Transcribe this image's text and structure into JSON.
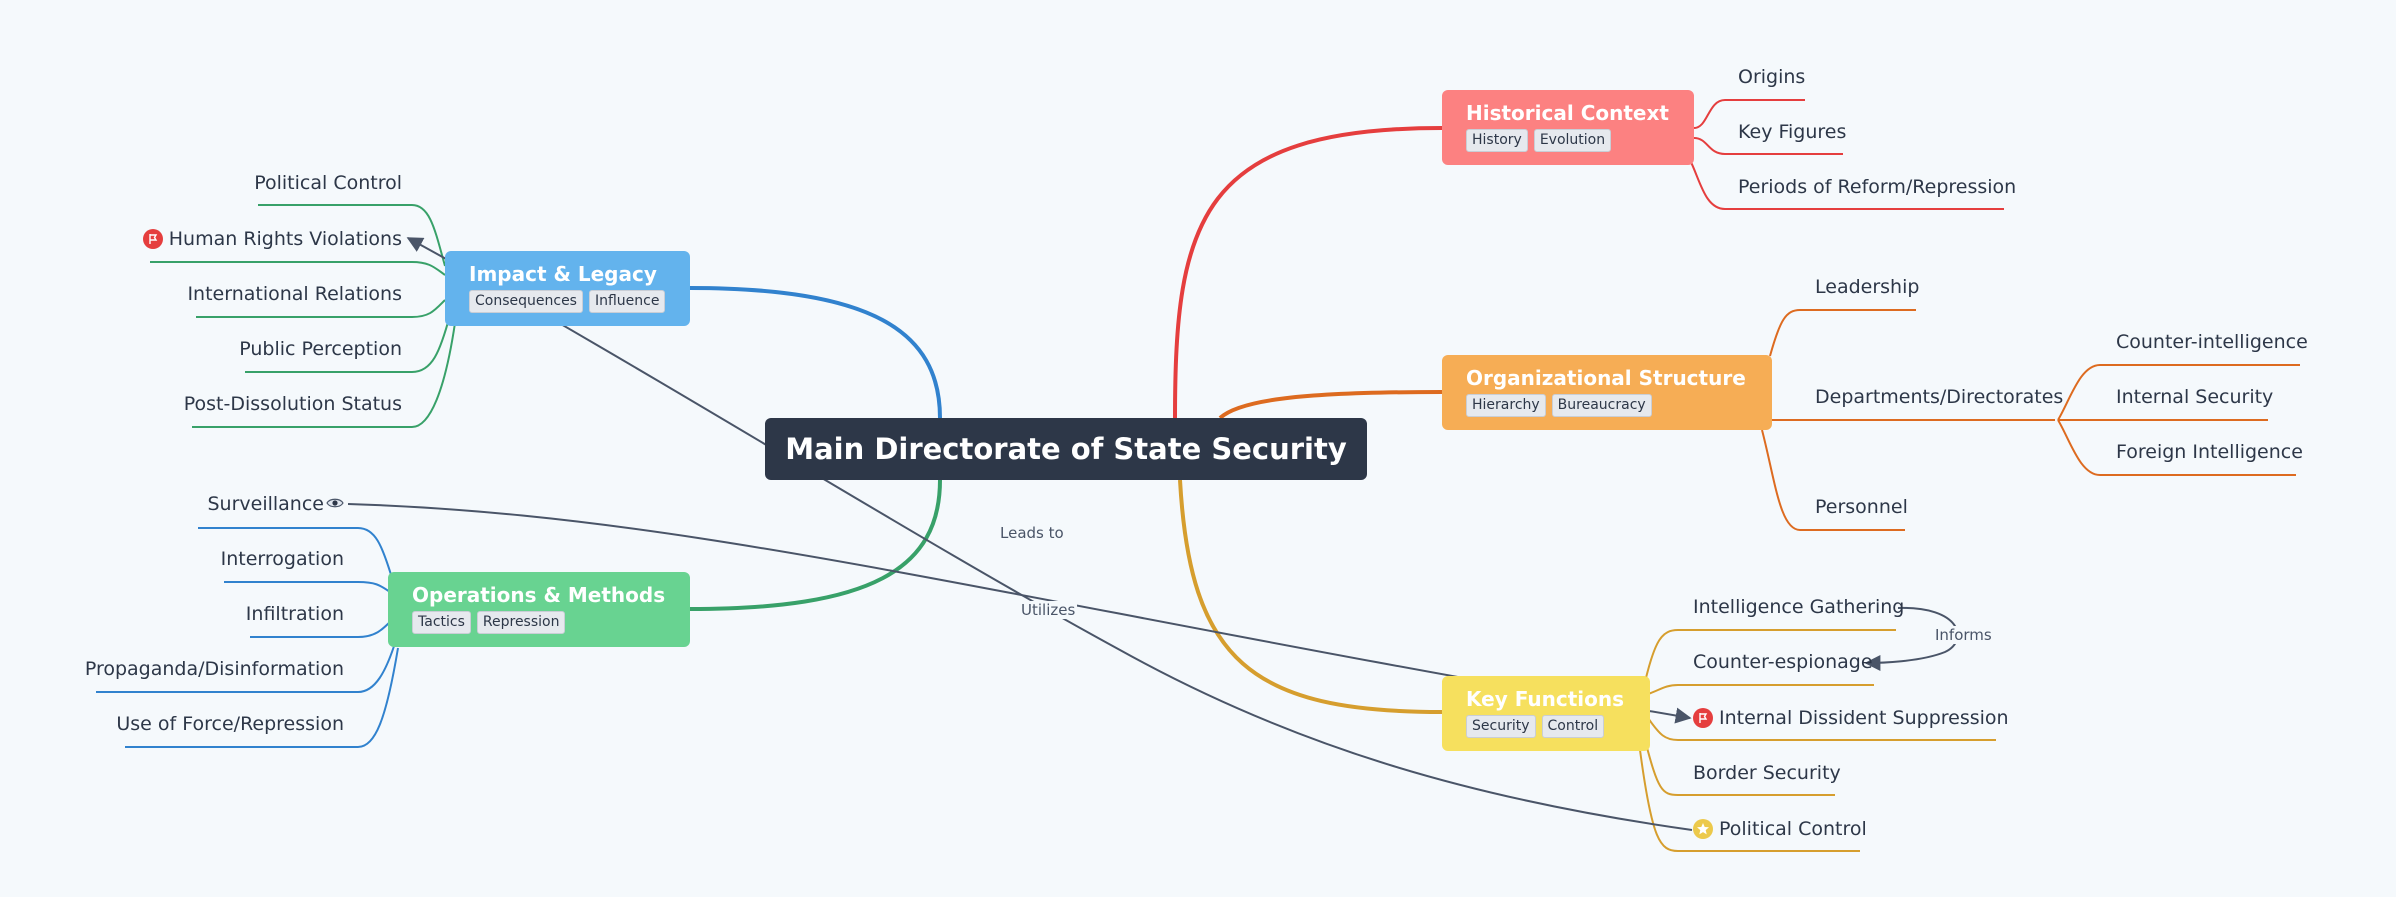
{
  "root": {
    "label": "Main Directorate of State Security"
  },
  "colors": {
    "historical": "#fc8181",
    "historical_line": "#e53e3e",
    "organizational": "#f6ad55",
    "organizational_line": "#dd6b20",
    "functions": "#f6e05e",
    "functions_line": "#d69e2e",
    "impact": "#63b3ed",
    "impact_line": "#3182ce",
    "operations": "#68d391",
    "operations_line": "#38a169",
    "relationship": "#4a5568"
  },
  "branches": {
    "historical": {
      "title": "Historical Context",
      "tags": [
        "History",
        "Evolution"
      ],
      "children": [
        "Origins",
        "Key Figures",
        "Periods of Reform/Repression"
      ]
    },
    "organizational": {
      "title": "Organizational Structure",
      "tags": [
        "Hierarchy",
        "Bureaucracy"
      ],
      "children": [
        "Leadership",
        "Departments/Directorates",
        "Personnel"
      ],
      "departments_children": [
        "Counter-intelligence",
        "Internal Security",
        "Foreign Intelligence"
      ]
    },
    "functions": {
      "title": "Key Functions",
      "tags": [
        "Security",
        "Control"
      ],
      "children": [
        "Intelligence Gathering",
        "Counter-espionage",
        "Internal Dissident Suppression",
        "Border Security",
        "Political Control"
      ],
      "icons": {
        "Internal Dissident Suppression": "flag-icon",
        "Political Control": "star-icon"
      }
    },
    "impact": {
      "title": "Impact & Legacy",
      "tags": [
        "Consequences",
        "Influence"
      ],
      "children": [
        "Political Control",
        "Human Rights Violations",
        "International Relations",
        "Public Perception",
        "Post-Dissolution Status"
      ],
      "icons": {
        "Human Rights Violations": "flag-icon"
      }
    },
    "operations": {
      "title": "Operations & Methods",
      "tags": [
        "Tactics",
        "Repression"
      ],
      "children": [
        "Surveillance",
        "Interrogation",
        "Infiltration",
        "Propaganda/Disinformation",
        "Use of Force/Repression"
      ],
      "icons": {
        "Surveillance": "eye-icon"
      }
    }
  },
  "relationships": [
    {
      "from": "Political Control",
      "to": "Human Rights Violations",
      "label": "Leads to"
    },
    {
      "from": "Surveillance",
      "to": "Internal Dissident Suppression",
      "label": "Utilizes"
    },
    {
      "from": "Intelligence Gathering",
      "to": "Counter-espionage",
      "label": "Informs"
    }
  ]
}
